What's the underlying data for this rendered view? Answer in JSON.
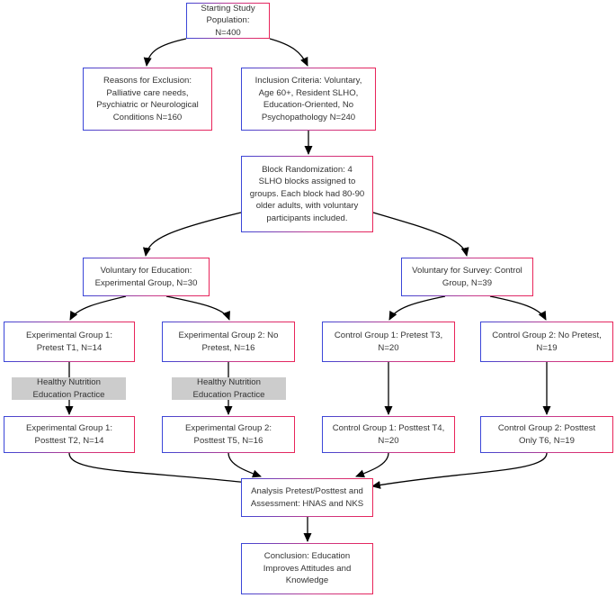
{
  "nodes": {
    "start": "Starting Study Population: N=400",
    "exclusion": "Reasons for Exclusion: Palliative care needs, Psychiatric or Neurological Conditions N=160",
    "inclusion": "Inclusion Criteria: Voluntary, Age 60+, Resident SLHO, Education-Oriented, No Psychopathology N=240",
    "randomization": "Block Randomization: 4 SLHO blocks assigned to groups. Each block had 80-90 older adults, with voluntary participants included.",
    "voluntary_education": "Voluntary for Education: Experimental Group, N=30",
    "voluntary_survey": "Voluntary for Survey: Control Group, N=39",
    "exp1_pretest": "Experimental Group 1: Pretest T1, N=14",
    "exp2_nopretest": "Experimental Group 2: No Pretest, N=16",
    "ctrl1_pretest": "Control Group 1: Pretest T3, N=20",
    "ctrl2_nopretest": "Control Group 2: No Pretest, N=19",
    "exp1_posttest": "Experimental Group 1: Posttest T2, N=14",
    "exp2_posttest": "Experimental Group 2: Posttest T5, N=16",
    "ctrl1_posttest": "Control Group 1: Posttest T4, N=20",
    "ctrl2_posttest": "Control Group 2: Posttest Only T6, N=19",
    "analysis": "Analysis Pretest/Posttest and Assessment: HNAS and NKS",
    "conclusion": "Conclusion: Education Improves Attitudes and Knowledge"
  },
  "interventions": {
    "exp1": "Healthy Nutrition Education Practice",
    "exp2": "Healthy Nutrition Education Practice"
  },
  "colors": {
    "border_start": "#3a46d8",
    "border_end": "#e8245a",
    "arrow": "#000000",
    "intervention_fill": "#cccccc"
  }
}
